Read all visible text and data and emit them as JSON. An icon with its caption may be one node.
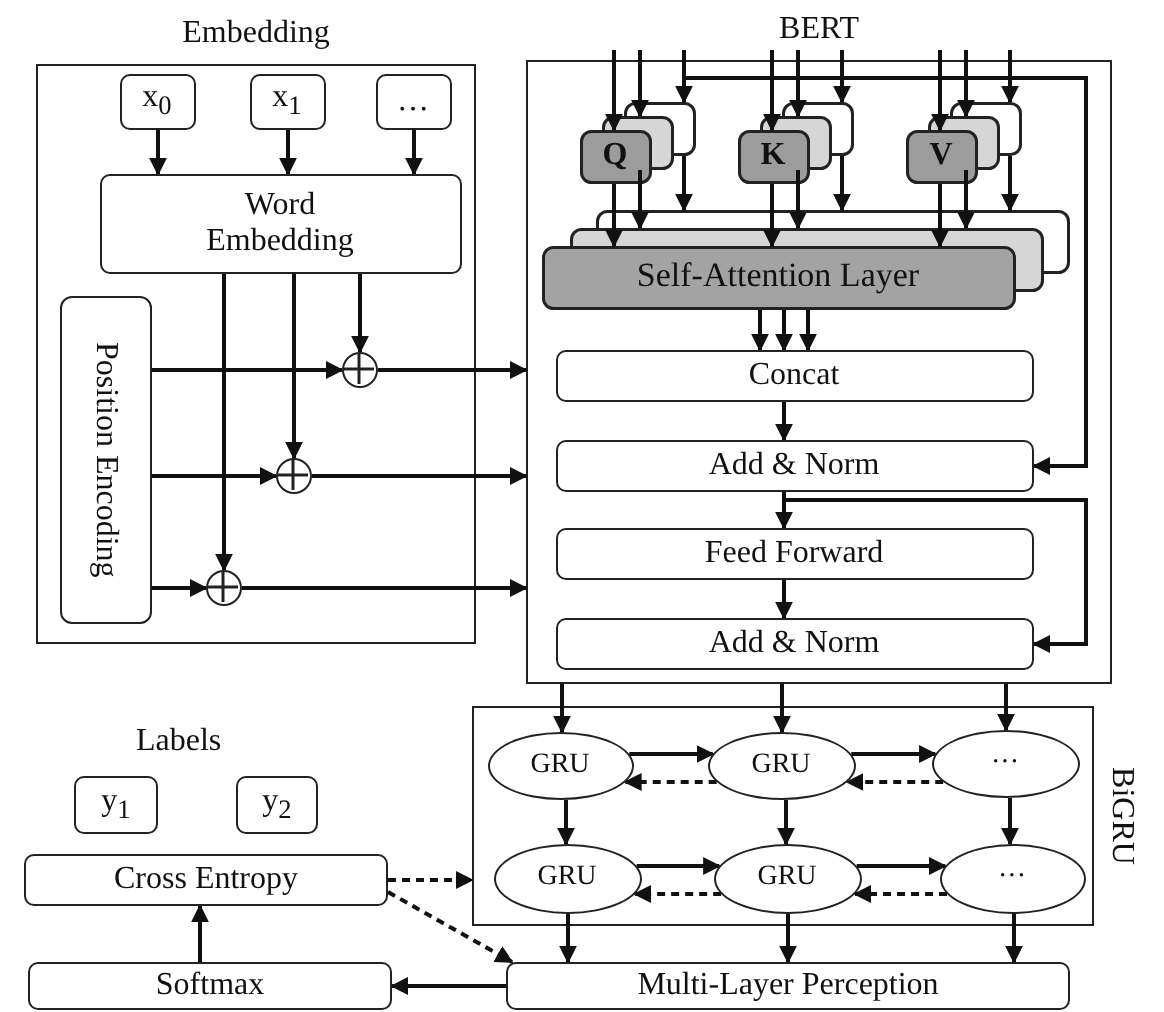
{
  "diagram": {
    "nodes": [
      {
        "text": [
          "Embedding"
        ]
      },
      {
        "text": [
          "x$_{0}$"
        ],
        "in": 0
      },
      {
        "text": [
          "x$_{1}$"
        ],
        "in": 0
      },
      {
        "text": [
          "…"
        ],
        "in": 0
      },
      {
        "text": [
          "Word Embedding"
        ],
        "in": 0
      },
      {
        "text": [
          "Position Encoding"
        ],
        "in": 0
      },
      {
        "text": [],
        "shape": "circle",
        "in": 0
      },
      {
        "text": [],
        "shape": "circle",
        "in": 0
      },
      {
        "text": [],
        "shape": "circle",
        "in": 0
      },
      {
        "text": [
          "BERT"
        ]
      },
      {
        "text": [
          "Q"
        ],
        "in": 9
      },
      {
        "text": [
          "K"
        ],
        "in": 9
      },
      {
        "text": [
          "V"
        ],
        "in": 9
      },
      {
        "text": [
          "Self-Attention Layer"
        ],
        "in": 9
      },
      {
        "text": [
          "Concat"
        ],
        "in": 9
      },
      {
        "text": [
          "Add & Norm"
        ],
        "in": 9
      },
      {
        "text": [
          "Feed Forward"
        ],
        "in": 9
      },
      {
        "text": [
          "Add & Norm"
        ],
        "in": 9
      },
      {
        "text": [
          "BiGRU"
        ]
      },
      {
        "text": [
          "GRU"
        ],
        "in": 18
      },
      {
        "text": [
          "GRU"
        ],
        "in": 18
      },
      {
        "text": [
          "···"
        ],
        "in": 18
      },
      {
        "text": [
          "GRU"
        ],
        "in": 18
      },
      {
        "text": [
          "GRU"
        ],
        "in": 18
      },
      {
        "text": [
          "···"
        ],
        "in": 18
      },
      {
        "text": [
          "y$_{1}$"
        ]
      },
      {
        "text": [
          "y$_{2}$"
        ]
      },
      {
        "text": [
          "Cross Entropy"
        ]
      },
      {
        "text": [
          "Softmax"
        ]
      },
      {
        "text": [
          "Multi-Layer Perception"
        ]
      }
    ],
    "edges": [
      {
        "from": 1,
        "to": 4,
        "arrow": "to"
      },
      {
        "from": 2,
        "to": 4,
        "arrow": "to"
      },
      {
        "from": 3,
        "to": 4,
        "arrow": "to"
      },
      {
        "from": 4,
        "to": 6,
        "arrow": "to"
      },
      {
        "from": 4,
        "to": 7,
        "arrow": "to"
      },
      {
        "from": 4,
        "to": 8,
        "arrow": "to"
      },
      {
        "from": 5,
        "to": 6,
        "arrow": "to"
      },
      {
        "from": 5,
        "to": 7,
        "arrow": "to"
      },
      {
        "from": 5,
        "to": 8,
        "arrow": "to"
      },
      {
        "from": 6,
        "to": 9,
        "arrow": "to"
      },
      {
        "from": 7,
        "to": 9,
        "arrow": "to"
      },
      {
        "from": 8,
        "to": 9,
        "arrow": "to"
      },
      {
        "from": null,
        "to": 10,
        "arrow": "to"
      },
      {
        "from": null,
        "to": 11,
        "arrow": "to"
      },
      {
        "from": null,
        "to": 12,
        "arrow": "to"
      },
      {
        "from": 10,
        "to": 13,
        "arrow": "to"
      },
      {
        "from": 11,
        "to": 13,
        "arrow": "to"
      },
      {
        "from": 12,
        "to": 13,
        "arrow": "to"
      },
      {
        "from": 13,
        "to": 14,
        "arrow": "to"
      },
      {
        "from": 13,
        "to": 14,
        "arrow": "to"
      },
      {
        "from": 13,
        "to": 14,
        "arrow": "to"
      },
      {
        "from": 14,
        "to": 15,
        "arrow": "to"
      },
      {
        "from": null,
        "to": 15,
        "arrow": "to"
      },
      {
        "from": 15,
        "to": 16,
        "arrow": "to"
      },
      {
        "from": 16,
        "to": 17,
        "arrow": "to"
      },
      {
        "from": 15,
        "to": 17,
        "arrow": "to"
      },
      {
        "from": 9,
        "to": 19,
        "arrow": "to"
      },
      {
        "from": 9,
        "to": 20,
        "arrow": "to"
      },
      {
        "from": 9,
        "to": 21,
        "arrow": "to"
      },
      {
        "from": 19,
        "to": 20,
        "arrow": "to"
      },
      {
        "from": 20,
        "to": 19,
        "arrow": "to",
        "style": "dashed"
      },
      {
        "from": 20,
        "to": 21,
        "arrow": "to"
      },
      {
        "from": 21,
        "to": 20,
        "arrow": "to",
        "style": "dashed"
      },
      {
        "from": 19,
        "to": 22,
        "arrow": "to"
      },
      {
        "from": 20,
        "to": 23,
        "arrow": "to"
      },
      {
        "from": 21,
        "to": 24,
        "arrow": "to"
      },
      {
        "from": 22,
        "to": 23,
        "arrow": "to"
      },
      {
        "from": 23,
        "to": 22,
        "arrow": "to",
        "style": "dashed"
      },
      {
        "from": 23,
        "to": 24,
        "arrow": "to"
      },
      {
        "from": 24,
        "to": 23,
        "arrow": "to",
        "style": "dashed"
      },
      {
        "from": 22,
        "to": 29,
        "arrow": "to"
      },
      {
        "from": 23,
        "to": 29,
        "arrow": "to"
      },
      {
        "from": 24,
        "to": 29,
        "arrow": "to"
      },
      {
        "from": 29,
        "to": 28,
        "arrow": "to"
      },
      {
        "from": 28,
        "to": 27,
        "arrow": "to"
      },
      {
        "from": 27,
        "to": 18,
        "arrow": "to",
        "style": "dashed"
      },
      {
        "from": 27,
        "to": 29,
        "arrow": "to",
        "style": "dashed"
      },
      {
        "from": null,
        "to": 10,
        "arrow": "to"
      },
      {
        "from": null,
        "to": 10,
        "arrow": "to"
      },
      {
        "from": null,
        "to": 11,
        "arrow": "to"
      },
      {
        "from": null,
        "to": 11,
        "arrow": "to"
      },
      {
        "from": null,
        "to": 12,
        "arrow": "to"
      },
      {
        "from": null,
        "to": 12,
        "arrow": "to"
      },
      {
        "from": 10,
        "to": 13,
        "arrow": "to"
      },
      {
        "from": 10,
        "to": 13,
        "arrow": "to"
      },
      {
        "from": 11,
        "to": 13,
        "arrow": "to"
      },
      {
        "from": 11,
        "to": 13,
        "arrow": "to"
      },
      {
        "from": 12,
        "to": 13,
        "arrow": "to"
      },
      {
        "from": 12,
        "to": 13,
        "arrow": "to"
      }
    ],
    "labels": [
      "Labels"
    ]
  }
}
